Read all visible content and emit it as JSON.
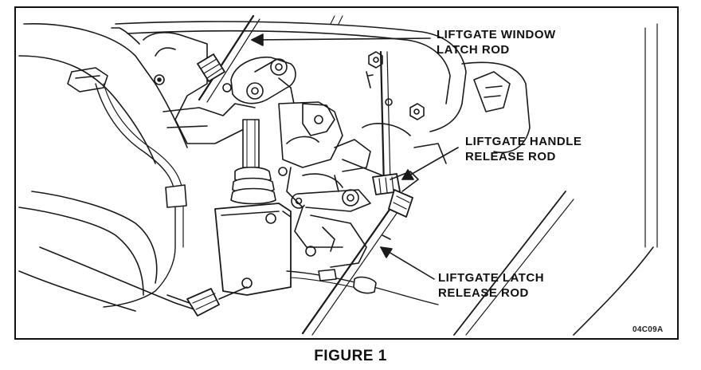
{
  "figure": {
    "caption": "FIGURE 1",
    "code": "04C09A",
    "callouts": {
      "window_latch_rod": [
        "LIFTGATE WINDOW",
        "LATCH ROD"
      ],
      "handle_release_rod": [
        "LIFTGATE HANDLE",
        "RELEASE ROD"
      ],
      "latch_release_rod": [
        "LIFTGATE LATCH",
        "RELEASE ROD"
      ]
    }
  }
}
